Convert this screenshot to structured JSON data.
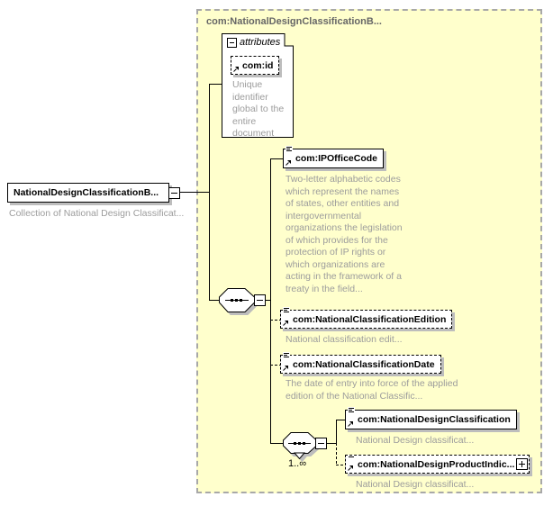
{
  "panel": {
    "title": "com:NationalDesignClassificationB..."
  },
  "attributes_group": {
    "label": "attributes",
    "attribute": {
      "name": "com:id",
      "annotation": "Unique identifier global to the entire document"
    }
  },
  "root_element": {
    "name": "NationalDesignClassificationB...",
    "annotation": "Collection of National Design Classificat..."
  },
  "sequence": {
    "inner_occurrence": "1..∞"
  },
  "children": {
    "ip_office_code": {
      "name": "com:IPOfficeCode",
      "annotation": "Two-letter alphabetic codes which represent the names of states, other entities and intergovernmental organizations the legislation of which provides for the protection of IP rights or which organizations are acting in the framework of a treaty in the field..."
    },
    "national_classification_edition": {
      "name": "com:NationalClassificationEdition",
      "annotation": "National classification edit..."
    },
    "national_classification_date": {
      "name": "com:NationalClassificationDate",
      "annotation": "The date of entry into force of the applied edition of the National Classific..."
    },
    "national_design_classification": {
      "name": "com:NationalDesignClassification",
      "annotation": "National Design classificat..."
    },
    "national_design_product_indicator": {
      "name": "com:NationalDesignProductIndic...",
      "annotation": "National Design classificat..."
    }
  },
  "colors": {
    "canvas_bg": "#ffffff",
    "panel_bg": "#ffffcc",
    "panel_border": "#a8a8a8",
    "box_border": "#000000",
    "annotation_text": "#9c9c9c",
    "shadow": "#bdbdbd",
    "title_text": "#666666"
  }
}
